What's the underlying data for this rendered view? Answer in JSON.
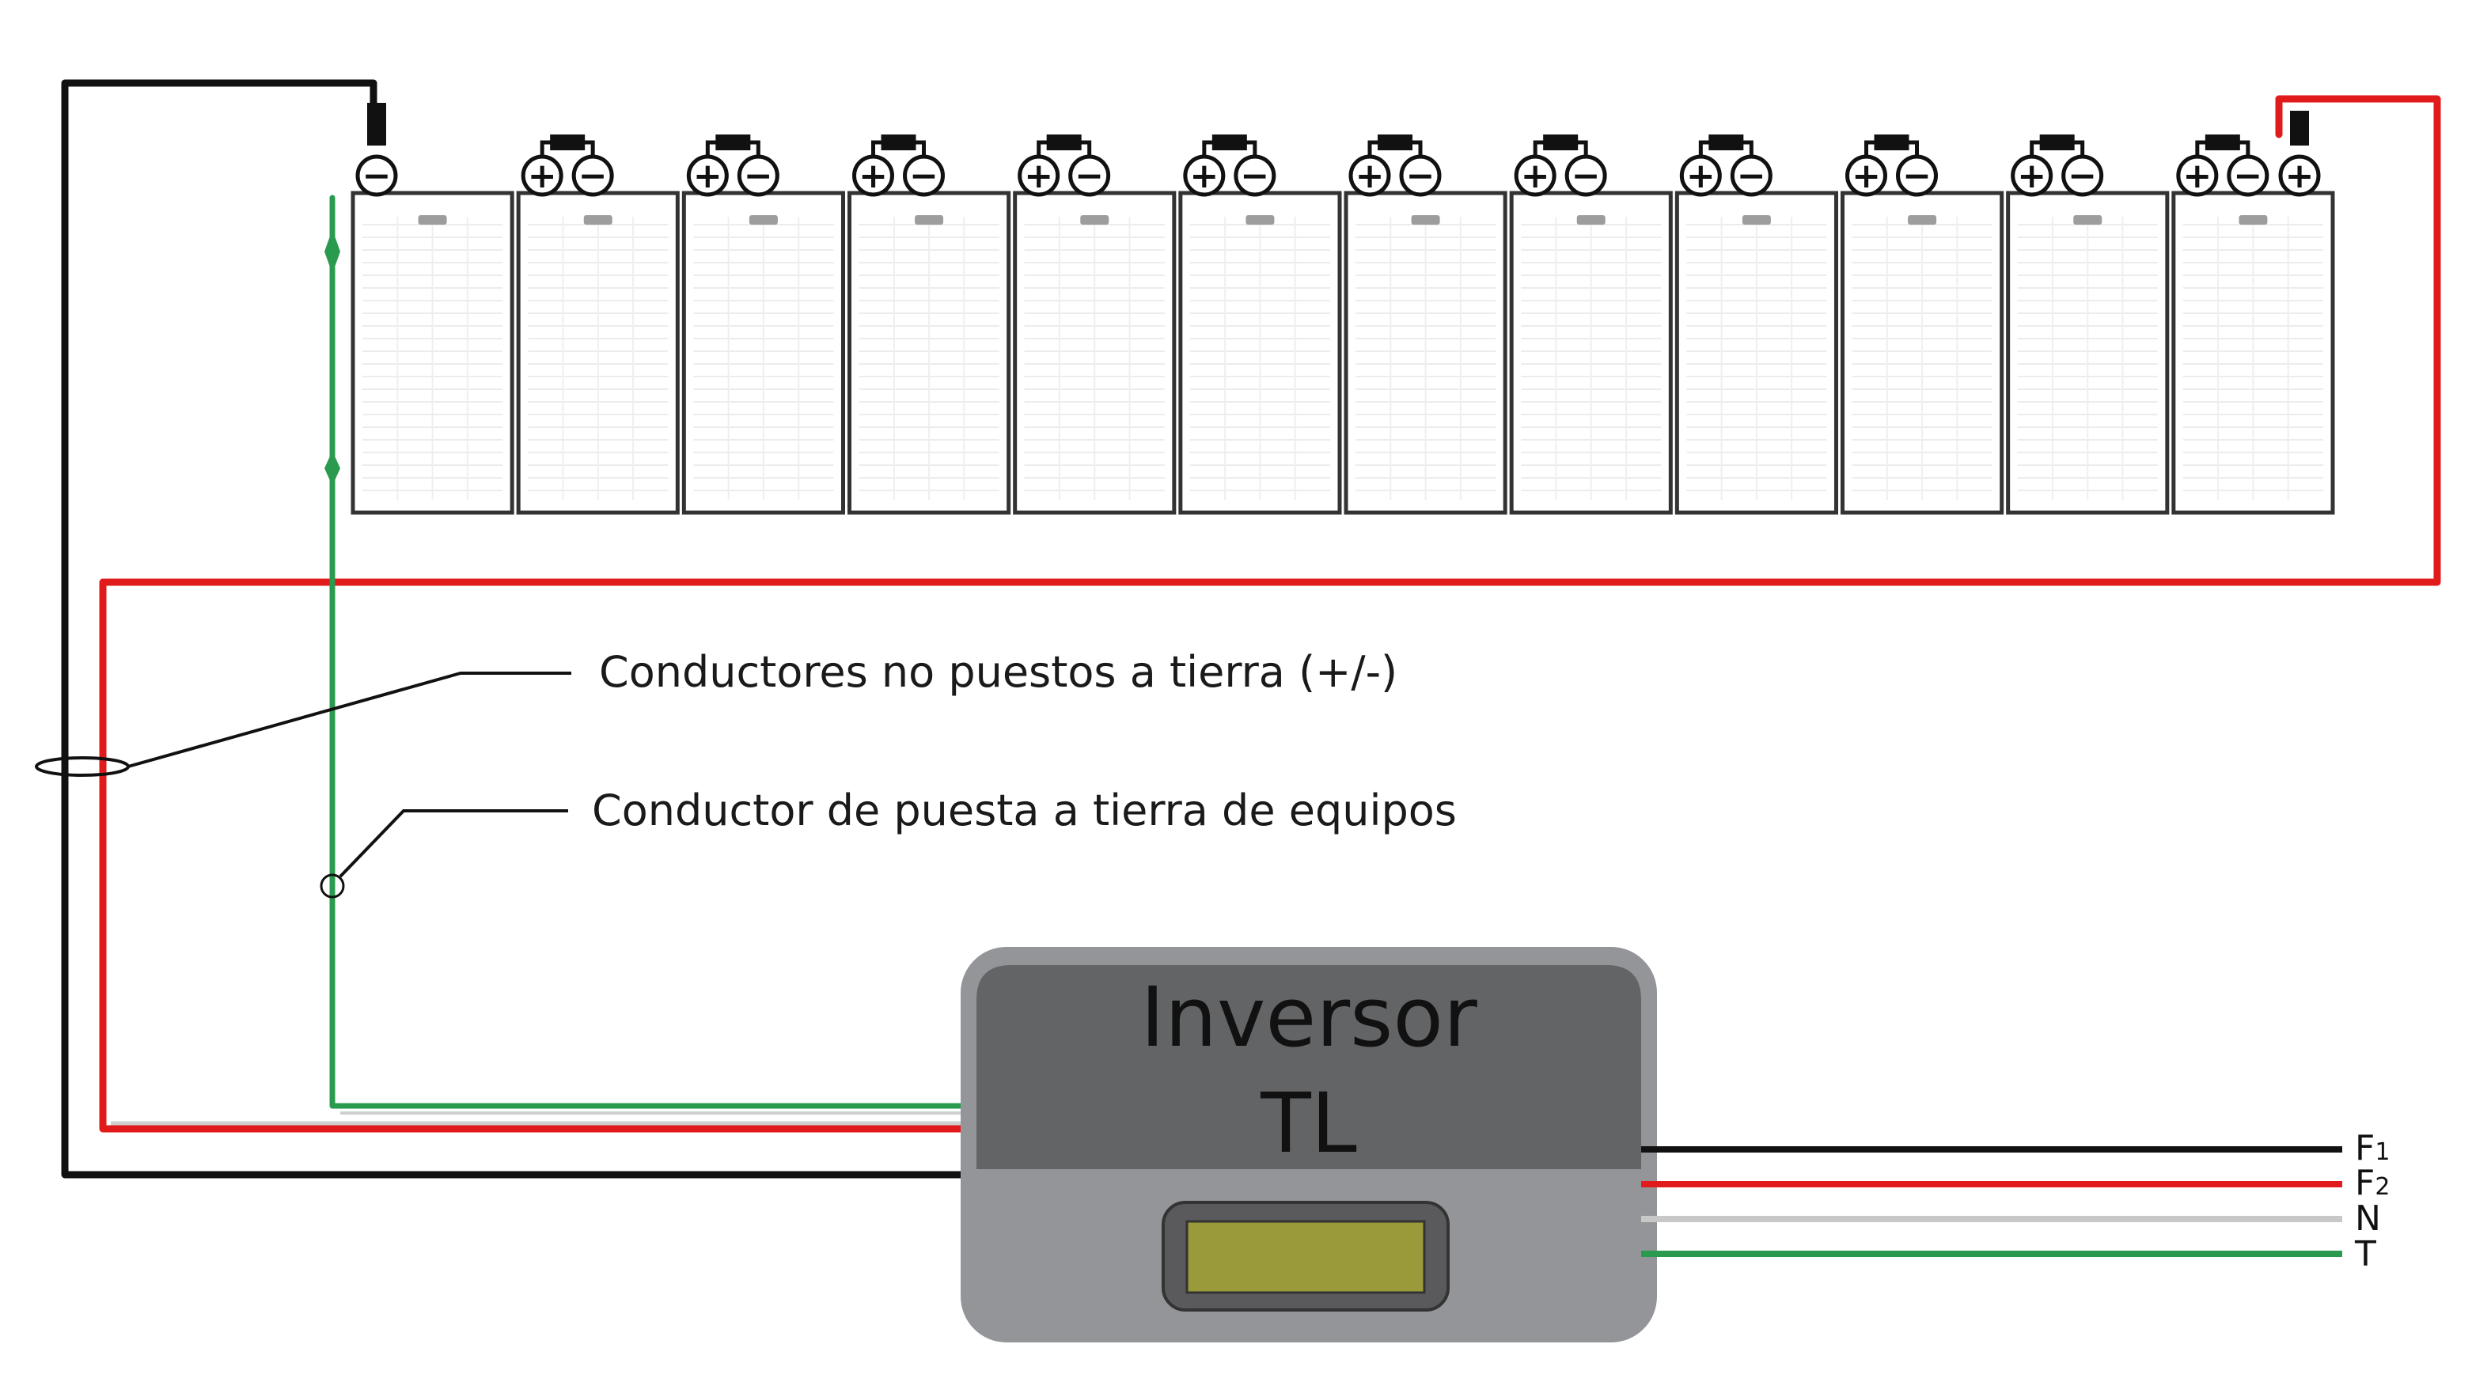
{
  "diagram": {
    "colors": {
      "negative_wire": "#111111",
      "positive_wire": "#e11b1b",
      "ground_wire": "#2a9a4e",
      "neutral_wire": "#c8c8c8",
      "inverter_body": "#939598",
      "inverter_top": "#636466",
      "display": "#9a9a3a",
      "battery_fill": "#ffffff",
      "battery_outline": "#333333"
    },
    "battery_bank": {
      "battery_count": 12,
      "terminal_positive": "+",
      "terminal_negative": "−"
    },
    "labels": {
      "ungrounded_conductors": "Conductores no puestos a tierra (+/-)",
      "equipment_ground": "Conductor de puesta a tierra de equipos"
    },
    "inverter": {
      "title_line1": "Inversor",
      "title_line2": "TL"
    },
    "outputs": [
      {
        "letter": "F",
        "sub": "1",
        "color": "#111111"
      },
      {
        "letter": "F",
        "sub": "2",
        "color": "#e11b1b"
      },
      {
        "letter": "N",
        "sub": "",
        "color": "#c8c8c8"
      },
      {
        "letter": "T",
        "sub": "",
        "color": "#2a9a4e"
      }
    ]
  }
}
